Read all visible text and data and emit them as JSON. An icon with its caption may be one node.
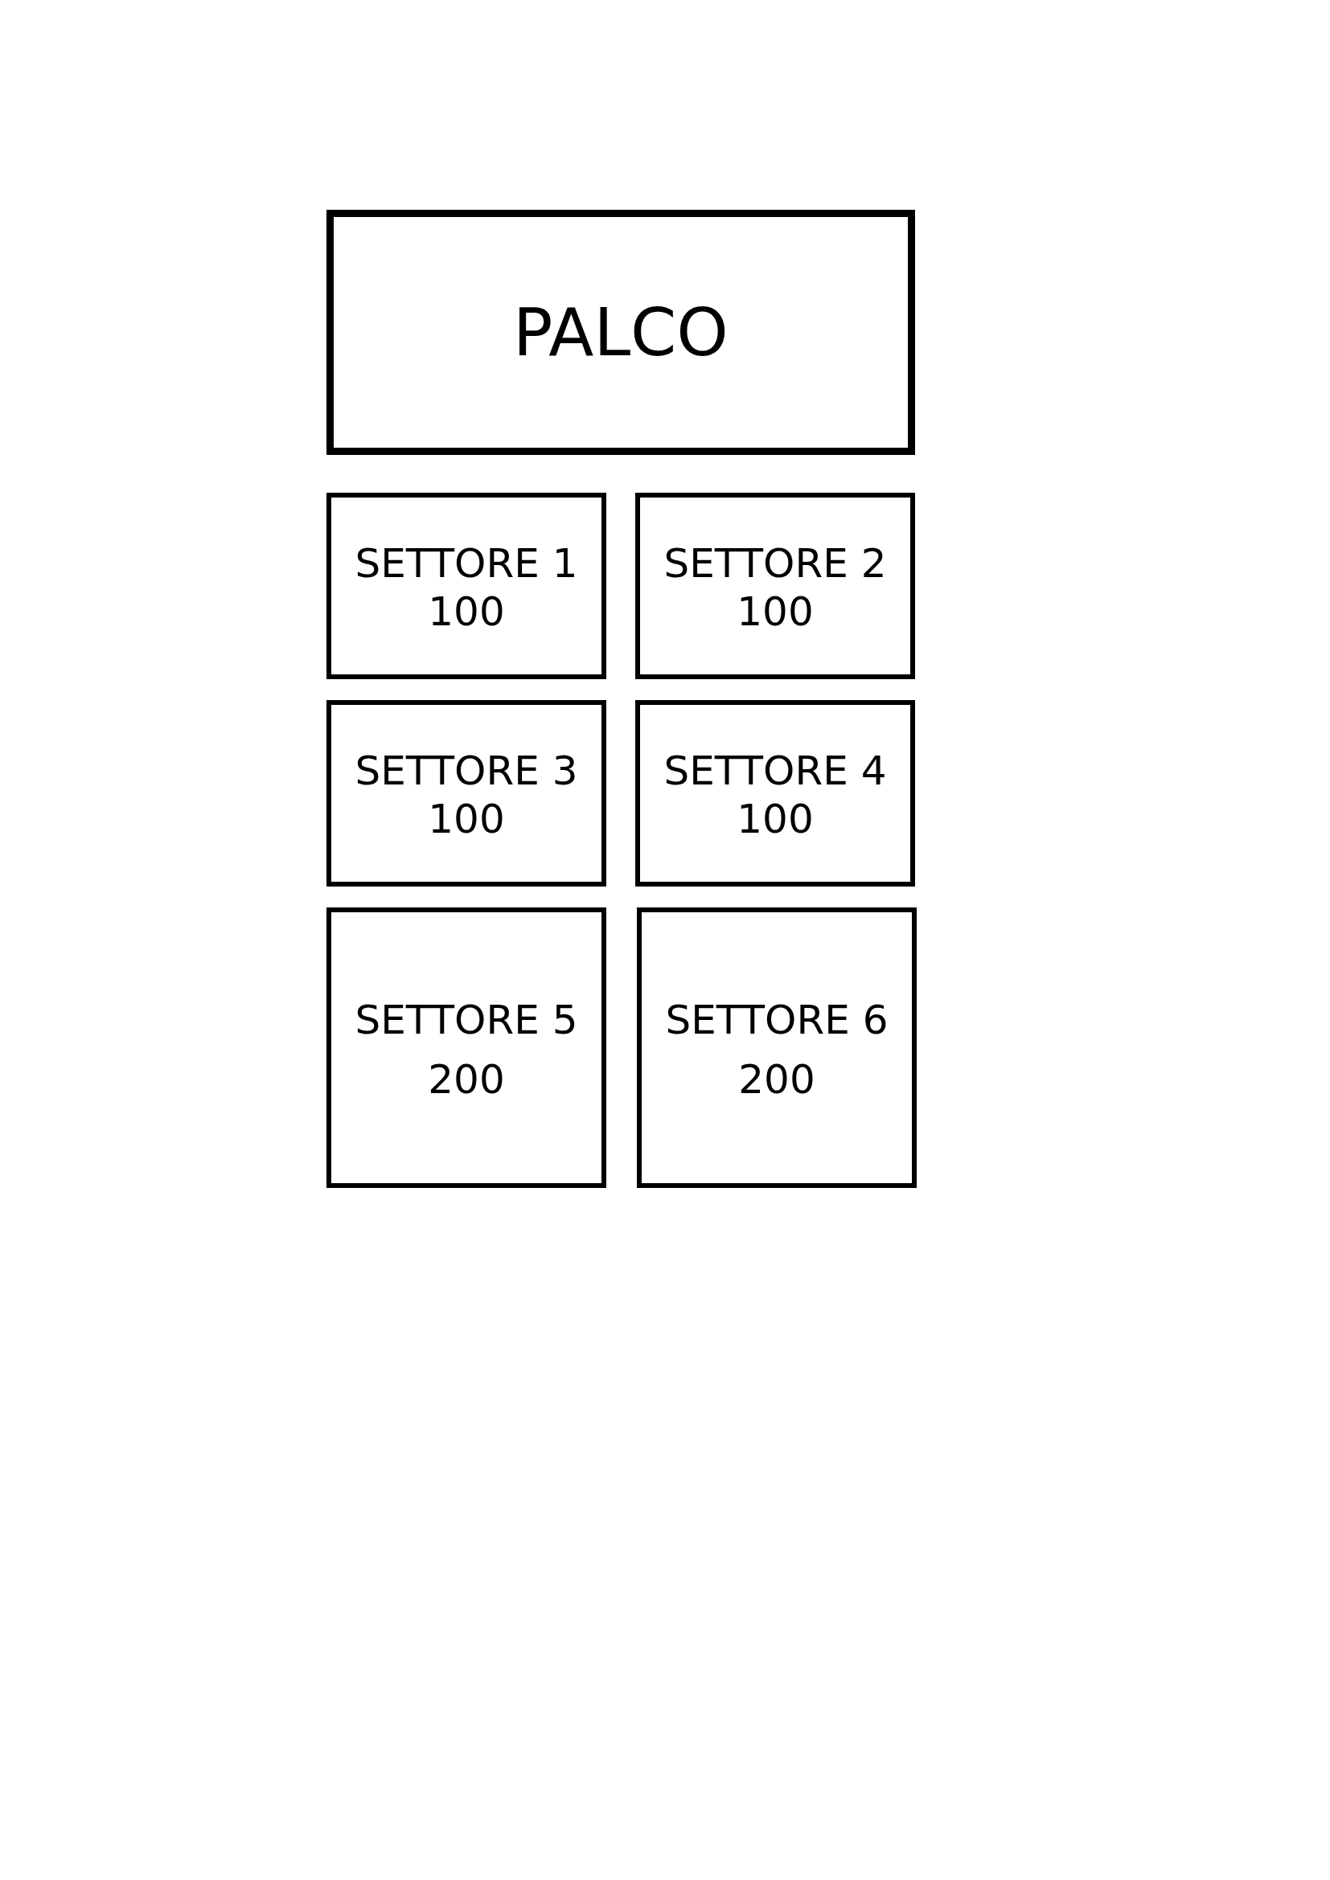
{
  "diagram": {
    "nodes": [
      {
        "text": [
          "PALCO"
        ]
      },
      {
        "text": [
          "SETTORE 1",
          "100"
        ]
      },
      {
        "text": [
          "SETTORE 2",
          "100"
        ]
      },
      {
        "text": [
          "SETTORE 3",
          "100"
        ]
      },
      {
        "text": [
          "SETTORE 4",
          "100"
        ]
      },
      {
        "text": [
          "SETTORE 5",
          "200"
        ]
      },
      {
        "text": [
          "SETTORE 6",
          "200"
        ]
      }
    ]
  }
}
